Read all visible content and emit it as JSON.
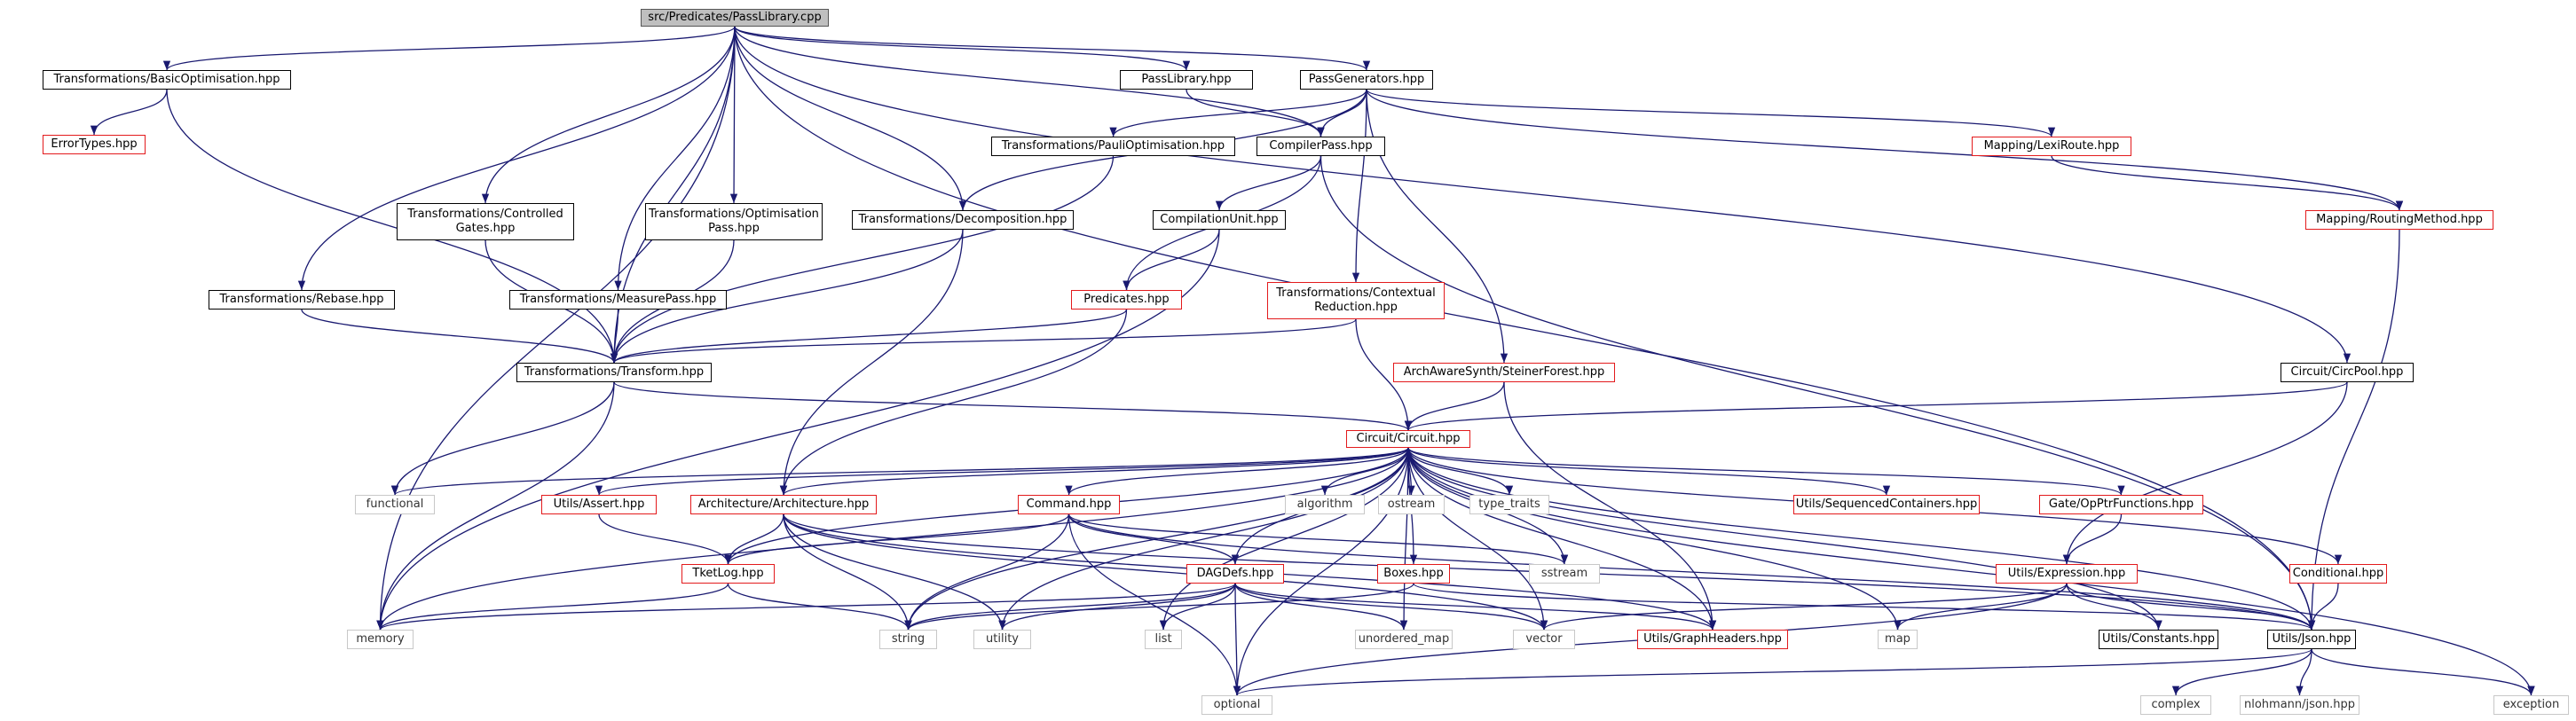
{
  "colors": {
    "edge": "#191970",
    "red_border": "#e31a1c",
    "black_border": "#000000",
    "gray_border": "#c8c8c8",
    "root_fill": "#bfbfbf"
  },
  "nodes": [
    {
      "id": "root",
      "lines": [
        "src/Predicates/PassLibrary.cpp"
      ],
      "style": "root"
    },
    {
      "id": "basicopt",
      "lines": [
        "Transformations/BasicOptimisation.hpp"
      ],
      "style": "black"
    },
    {
      "id": "passlib",
      "lines": [
        "PassLibrary.hpp"
      ],
      "style": "black"
    },
    {
      "id": "passgen",
      "lines": [
        "PassGenerators.hpp"
      ],
      "style": "black"
    },
    {
      "id": "errortypes",
      "lines": [
        "ErrorTypes.hpp"
      ],
      "style": "red"
    },
    {
      "id": "pauliopt",
      "lines": [
        "Transformations/PauliOptimisation.hpp"
      ],
      "style": "black"
    },
    {
      "id": "compilerpass",
      "lines": [
        "CompilerPass.hpp"
      ],
      "style": "black"
    },
    {
      "id": "lexiroute",
      "lines": [
        "Mapping/LexiRoute.hpp"
      ],
      "style": "red"
    },
    {
      "id": "ctrlgates",
      "lines": [
        "Transformations/Controlled",
        "Gates.hpp"
      ],
      "style": "black"
    },
    {
      "id": "optpass",
      "lines": [
        "Transformations/Optimisation",
        "Pass.hpp"
      ],
      "style": "black"
    },
    {
      "id": "decomp",
      "lines": [
        "Transformations/Decomposition.hpp"
      ],
      "style": "black"
    },
    {
      "id": "compunit",
      "lines": [
        "CompilationUnit.hpp"
      ],
      "style": "black"
    },
    {
      "id": "routing",
      "lines": [
        "Mapping/RoutingMethod.hpp"
      ],
      "style": "red"
    },
    {
      "id": "rebase",
      "lines": [
        "Transformations/Rebase.hpp"
      ],
      "style": "black"
    },
    {
      "id": "measurepass",
      "lines": [
        "Transformations/MeasurePass.hpp"
      ],
      "style": "black"
    },
    {
      "id": "predicates",
      "lines": [
        "Predicates.hpp"
      ],
      "style": "red"
    },
    {
      "id": "contextual",
      "lines": [
        "Transformations/Contextual",
        "Reduction.hpp"
      ],
      "style": "red"
    },
    {
      "id": "transform",
      "lines": [
        "Transformations/Transform.hpp"
      ],
      "style": "black"
    },
    {
      "id": "steiner",
      "lines": [
        "ArchAwareSynth/SteinerForest.hpp"
      ],
      "style": "red"
    },
    {
      "id": "circpool",
      "lines": [
        "Circuit/CircPool.hpp"
      ],
      "style": "black"
    },
    {
      "id": "circuit",
      "lines": [
        "Circuit/Circuit.hpp"
      ],
      "style": "red"
    },
    {
      "id": "functional",
      "lines": [
        "functional"
      ],
      "style": "gray"
    },
    {
      "id": "assert",
      "lines": [
        "Utils/Assert.hpp"
      ],
      "style": "red"
    },
    {
      "id": "architecture",
      "lines": [
        "Architecture/Architecture.hpp"
      ],
      "style": "red"
    },
    {
      "id": "command",
      "lines": [
        "Command.hpp"
      ],
      "style": "red"
    },
    {
      "id": "algorithm",
      "lines": [
        "algorithm"
      ],
      "style": "gray"
    },
    {
      "id": "ostream",
      "lines": [
        "ostream"
      ],
      "style": "gray"
    },
    {
      "id": "type_traits",
      "lines": [
        "type_traits"
      ],
      "style": "gray"
    },
    {
      "id": "seqcont",
      "lines": [
        "Utils/SequencedContainers.hpp"
      ],
      "style": "red"
    },
    {
      "id": "opptrfn",
      "lines": [
        "Gate/OpPtrFunctions.hpp"
      ],
      "style": "red"
    },
    {
      "id": "conditional",
      "lines": [
        "Conditional.hpp"
      ],
      "style": "red"
    },
    {
      "id": "tketlog",
      "lines": [
        "TketLog.hpp"
      ],
      "style": "red"
    },
    {
      "id": "dagdefs",
      "lines": [
        "DAGDefs.hpp"
      ],
      "style": "red"
    },
    {
      "id": "boxes",
      "lines": [
        "Boxes.hpp"
      ],
      "style": "red"
    },
    {
      "id": "sstream",
      "lines": [
        "sstream"
      ],
      "style": "gray"
    },
    {
      "id": "expression",
      "lines": [
        "Utils/Expression.hpp"
      ],
      "style": "red"
    },
    {
      "id": "memory",
      "lines": [
        "memory"
      ],
      "style": "gray"
    },
    {
      "id": "string",
      "lines": [
        "string"
      ],
      "style": "gray"
    },
    {
      "id": "utility",
      "lines": [
        "utility"
      ],
      "style": "gray"
    },
    {
      "id": "list",
      "lines": [
        "list"
      ],
      "style": "gray"
    },
    {
      "id": "unordered_map",
      "lines": [
        "unordered_map"
      ],
      "style": "gray"
    },
    {
      "id": "vector",
      "lines": [
        "vector"
      ],
      "style": "gray"
    },
    {
      "id": "graphheaders",
      "lines": [
        "Utils/GraphHeaders.hpp"
      ],
      "style": "red"
    },
    {
      "id": "map",
      "lines": [
        "map"
      ],
      "style": "gray"
    },
    {
      "id": "constants",
      "lines": [
        "Utils/Constants.hpp"
      ],
      "style": "black"
    },
    {
      "id": "json",
      "lines": [
        "Utils/Json.hpp"
      ],
      "style": "black"
    },
    {
      "id": "optional",
      "lines": [
        "optional"
      ],
      "style": "gray"
    },
    {
      "id": "complex",
      "lines": [
        "complex"
      ],
      "style": "gray"
    },
    {
      "id": "nlohmann",
      "lines": [
        "nlohmann/json.hpp"
      ],
      "style": "gray"
    },
    {
      "id": "exception",
      "lines": [
        "exception"
      ],
      "style": "gray"
    }
  ],
  "edges": [
    [
      "root",
      "memory"
    ],
    [
      "root",
      "basicopt"
    ],
    [
      "root",
      "rebase"
    ],
    [
      "root",
      "transform"
    ],
    [
      "root",
      "ctrlgates"
    ],
    [
      "root",
      "measurepass"
    ],
    [
      "root",
      "optpass"
    ],
    [
      "root",
      "decomp"
    ],
    [
      "root",
      "passlib"
    ],
    [
      "root",
      "passgen"
    ],
    [
      "root",
      "compilerpass"
    ],
    [
      "root",
      "circpool"
    ],
    [
      "root",
      "json"
    ],
    [
      "basicopt",
      "errortypes"
    ],
    [
      "basicopt",
      "transform"
    ],
    [
      "passlib",
      "compilerpass"
    ],
    [
      "passgen",
      "compilerpass"
    ],
    [
      "passgen",
      "decomp"
    ],
    [
      "passgen",
      "pauliopt"
    ],
    [
      "passgen",
      "lexiroute"
    ],
    [
      "passgen",
      "routing"
    ],
    [
      "passgen",
      "contextual"
    ],
    [
      "passgen",
      "steiner"
    ],
    [
      "lexiroute",
      "routing"
    ],
    [
      "routing",
      "json"
    ],
    [
      "compilerpass",
      "compunit"
    ],
    [
      "compilerpass",
      "predicates"
    ],
    [
      "compilerpass",
      "json"
    ],
    [
      "compunit",
      "predicates"
    ],
    [
      "compunit",
      "memory"
    ],
    [
      "pauliopt",
      "transform"
    ],
    [
      "ctrlgates",
      "transform"
    ],
    [
      "optpass",
      "transform"
    ],
    [
      "decomp",
      "transform"
    ],
    [
      "decomp",
      "architecture"
    ],
    [
      "rebase",
      "transform"
    ],
    [
      "measurepass",
      "transform"
    ],
    [
      "predicates",
      "transform"
    ],
    [
      "predicates",
      "architecture"
    ],
    [
      "contextual",
      "transform"
    ],
    [
      "contextual",
      "circuit"
    ],
    [
      "steiner",
      "circuit"
    ],
    [
      "steiner",
      "graphheaders"
    ],
    [
      "circpool",
      "circuit"
    ],
    [
      "circpool",
      "expression"
    ],
    [
      "transform",
      "circuit"
    ],
    [
      "transform",
      "functional"
    ],
    [
      "transform",
      "memory"
    ],
    [
      "circuit",
      "functional"
    ],
    [
      "circuit",
      "assert"
    ],
    [
      "circuit",
      "architecture"
    ],
    [
      "circuit",
      "command"
    ],
    [
      "circuit",
      "algorithm"
    ],
    [
      "circuit",
      "ostream"
    ],
    [
      "circuit",
      "type_traits"
    ],
    [
      "circuit",
      "seqcont"
    ],
    [
      "circuit",
      "opptrfn"
    ],
    [
      "circuit",
      "conditional"
    ],
    [
      "circuit",
      "exception"
    ],
    [
      "circuit",
      "memory"
    ],
    [
      "circuit",
      "tketlog"
    ],
    [
      "circuit",
      "dagdefs"
    ],
    [
      "circuit",
      "boxes"
    ],
    [
      "circuit",
      "sstream"
    ],
    [
      "circuit",
      "string"
    ],
    [
      "circuit",
      "utility"
    ],
    [
      "circuit",
      "list"
    ],
    [
      "circuit",
      "unordered_map"
    ],
    [
      "circuit",
      "vector"
    ],
    [
      "circuit",
      "graphheaders"
    ],
    [
      "circuit",
      "map"
    ],
    [
      "circuit",
      "constants"
    ],
    [
      "circuit",
      "json"
    ],
    [
      "circuit",
      "optional"
    ],
    [
      "assert",
      "tketlog"
    ],
    [
      "architecture",
      "tketlog"
    ],
    [
      "architecture",
      "string"
    ],
    [
      "architecture",
      "utility"
    ],
    [
      "architecture",
      "vector"
    ],
    [
      "architecture",
      "json"
    ],
    [
      "architecture",
      "graphheaders"
    ],
    [
      "command",
      "tketlog"
    ],
    [
      "command",
      "dagdefs"
    ],
    [
      "command",
      "sstream"
    ],
    [
      "command",
      "string"
    ],
    [
      "command",
      "optional"
    ],
    [
      "command",
      "json"
    ],
    [
      "opptrfn",
      "expression"
    ],
    [
      "conditional",
      "json"
    ],
    [
      "tketlog",
      "memory"
    ],
    [
      "tketlog",
      "string"
    ],
    [
      "dagdefs",
      "memory"
    ],
    [
      "dagdefs",
      "string"
    ],
    [
      "dagdefs",
      "utility"
    ],
    [
      "dagdefs",
      "list"
    ],
    [
      "dagdefs",
      "unordered_map"
    ],
    [
      "dagdefs",
      "vector"
    ],
    [
      "dagdefs",
      "optional"
    ],
    [
      "dagdefs",
      "graphheaders"
    ],
    [
      "boxes",
      "json"
    ],
    [
      "boxes",
      "string"
    ],
    [
      "expression",
      "vector"
    ],
    [
      "expression",
      "map"
    ],
    [
      "expression",
      "optional"
    ],
    [
      "expression",
      "constants"
    ],
    [
      "expression",
      "json"
    ],
    [
      "json",
      "optional"
    ],
    [
      "json",
      "complex"
    ],
    [
      "json",
      "nlohmann"
    ],
    [
      "json",
      "exception"
    ]
  ]
}
